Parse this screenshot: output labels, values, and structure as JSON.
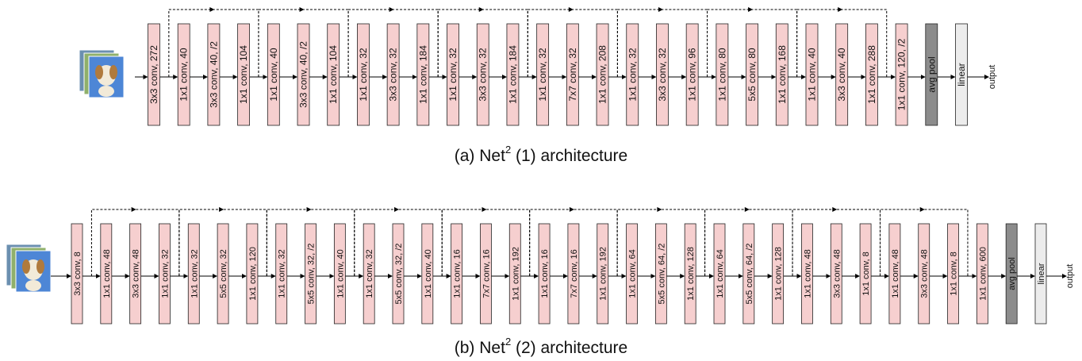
{
  "colors": {
    "conv_fill": "#f6cfcf",
    "pool_fill": "#8c8c8c",
    "linear_fill": "#ececec",
    "stroke": "#222222",
    "arrow": "#000000"
  },
  "output_label": "output",
  "diagrams": [
    {
      "caption_pre": "(a) Net",
      "caption_sup": "2",
      "caption_post": " (1) architecture",
      "layers": [
        {
          "label": "3x3 conv, 272",
          "kind": "conv"
        },
        {
          "label": "1x1 conv, 40",
          "kind": "conv"
        },
        {
          "label": "3x3 conv, 40, /2",
          "kind": "conv"
        },
        {
          "label": "1x1 conv, 104",
          "kind": "conv"
        },
        {
          "label": "1x1 conv, 40",
          "kind": "conv"
        },
        {
          "label": "3x3 conv, 40, /2",
          "kind": "conv"
        },
        {
          "label": "1x1 conv, 104",
          "kind": "conv"
        },
        {
          "label": "1x1 conv, 32",
          "kind": "conv"
        },
        {
          "label": "3x3 conv, 32",
          "kind": "conv"
        },
        {
          "label": "1x1 conv, 184",
          "kind": "conv"
        },
        {
          "label": "1x1 conv, 32",
          "kind": "conv"
        },
        {
          "label": "3x3 conv, 32",
          "kind": "conv"
        },
        {
          "label": "1x1 conv, 184",
          "kind": "conv"
        },
        {
          "label": "1x1 conv, 32",
          "kind": "conv"
        },
        {
          "label": "7x7 conv, 32",
          "kind": "conv"
        },
        {
          "label": "1x1 conv, 208",
          "kind": "conv"
        },
        {
          "label": "1x1 conv, 32",
          "kind": "conv"
        },
        {
          "label": "3x3 conv, 32",
          "kind": "conv"
        },
        {
          "label": "1x1 conv, 96",
          "kind": "conv"
        },
        {
          "label": "1x1 conv, 80",
          "kind": "conv"
        },
        {
          "label": "5x5 conv, 80",
          "kind": "conv"
        },
        {
          "label": "1x1 conv, 168",
          "kind": "conv"
        },
        {
          "label": "1x1 conv, 40",
          "kind": "conv"
        },
        {
          "label": "3x3 conv, 40",
          "kind": "conv"
        },
        {
          "label": "1x1 conv, 288",
          "kind": "conv"
        },
        {
          "label": "1x1 conv, 120, /2",
          "kind": "conv"
        },
        {
          "label": "avg pool",
          "kind": "pool"
        },
        {
          "label": "linear",
          "kind": "linear"
        }
      ]
    },
    {
      "caption_pre": "(b) Net",
      "caption_sup": "2",
      "caption_post": " (2) architecture",
      "layers": [
        {
          "label": "3x3 conv, 8",
          "kind": "conv"
        },
        {
          "label": "1x1 conv, 48",
          "kind": "conv"
        },
        {
          "label": "3x3 conv, 48",
          "kind": "conv"
        },
        {
          "label": "1x1 conv, 32",
          "kind": "conv"
        },
        {
          "label": "1x1 conv, 32",
          "kind": "conv"
        },
        {
          "label": "5x5 conv, 32",
          "kind": "conv"
        },
        {
          "label": "1x1 conv, 120",
          "kind": "conv"
        },
        {
          "label": "1x1 conv, 32",
          "kind": "conv"
        },
        {
          "label": "5x5 conv, 32, /2",
          "kind": "conv"
        },
        {
          "label": "1x1 conv, 40",
          "kind": "conv"
        },
        {
          "label": "1x1 conv, 32",
          "kind": "conv"
        },
        {
          "label": "5x5 conv, 32, /2",
          "kind": "conv"
        },
        {
          "label": "1x1 conv, 40",
          "kind": "conv"
        },
        {
          "label": "1x1 conv, 16",
          "kind": "conv"
        },
        {
          "label": "7x7 conv, 16",
          "kind": "conv"
        },
        {
          "label": "1x1 conv, 192",
          "kind": "conv"
        },
        {
          "label": "1x1 conv, 16",
          "kind": "conv"
        },
        {
          "label": "7x7 conv, 16",
          "kind": "conv"
        },
        {
          "label": "1x1 conv, 192",
          "kind": "conv"
        },
        {
          "label": "1x1 conv, 64",
          "kind": "conv"
        },
        {
          "label": "5x5 conv, 64, /2",
          "kind": "conv"
        },
        {
          "label": "1x1 conv, 128",
          "kind": "conv"
        },
        {
          "label": "1x1 conv, 64",
          "kind": "conv"
        },
        {
          "label": "5x5 conv, 64, /2",
          "kind": "conv"
        },
        {
          "label": "1x1 conv, 128",
          "kind": "conv"
        },
        {
          "label": "1x1 conv, 48",
          "kind": "conv"
        },
        {
          "label": "3x3 conv, 48",
          "kind": "conv"
        },
        {
          "label": "1x1 conv, 8",
          "kind": "conv"
        },
        {
          "label": "1x1 conv, 48",
          "kind": "conv"
        },
        {
          "label": "3x3 conv, 48",
          "kind": "conv"
        },
        {
          "label": "1x1 conv, 8",
          "kind": "conv"
        },
        {
          "label": "1x1 conv, 600",
          "kind": "conv"
        },
        {
          "label": "avg pool",
          "kind": "pool"
        },
        {
          "label": "linear",
          "kind": "linear"
        }
      ]
    }
  ]
}
